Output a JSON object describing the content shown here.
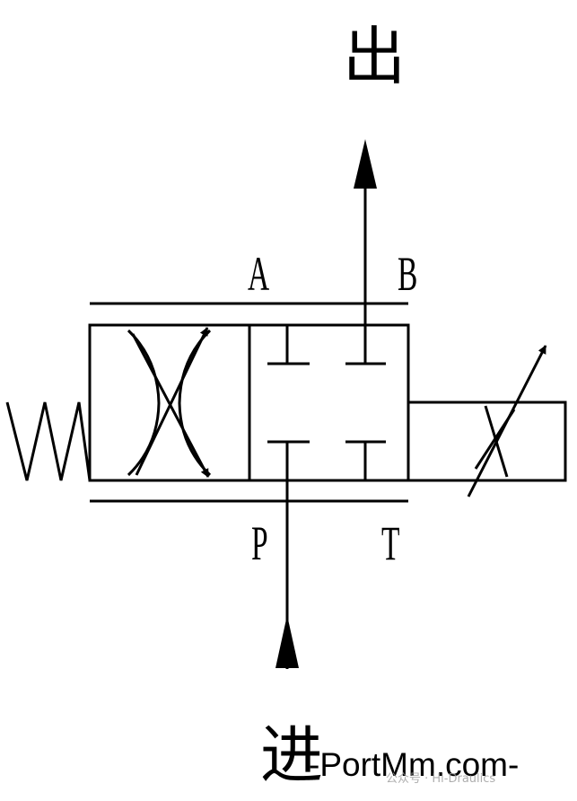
{
  "labels": {
    "outlet": "出",
    "inlet": "进",
    "port_a": "A",
    "port_b": "B",
    "port_p": "P",
    "port_t": "T"
  },
  "watermark": {
    "text": "-PortMm.com-",
    "overlay": "公众号 · Hi-Draulics"
  },
  "colors": {
    "line": "#000000",
    "background": "#ffffff"
  }
}
